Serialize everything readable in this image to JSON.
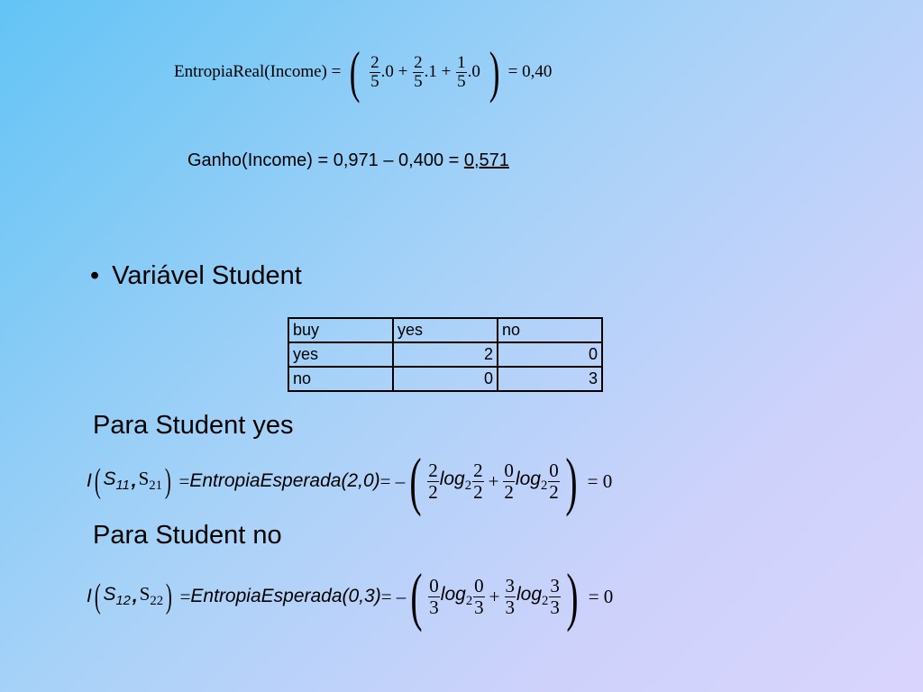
{
  "formula_income": {
    "lhs": "EntropiaReal(Income)",
    "eq": "=",
    "terms": [
      {
        "num": "2",
        "den": "5",
        "after": ".0 +"
      },
      {
        "num": "2",
        "den": "5",
        "after": ".1 +"
      },
      {
        "num": "1",
        "den": "5",
        "after": ".0"
      }
    ],
    "result": "= 0,40"
  },
  "ganho": {
    "prefix": "Ganho(Income) = 0,971 – 0,400 = ",
    "result": "0,571"
  },
  "bullet": {
    "symbol": "•",
    "text": "Variável Student"
  },
  "table": {
    "headers": [
      "buy",
      "yes",
      "no"
    ],
    "rows": [
      [
        "yes",
        "2",
        "0"
      ],
      [
        "no",
        "0",
        "3"
      ]
    ]
  },
  "heading_yes": "Para Student yes",
  "heading_no": "Para Student no",
  "eq_yes": {
    "I": "I",
    "s1": "S",
    "s1_sub": "11",
    "comma": ",",
    "s2": "S",
    "s2_sub": "21",
    "eq1": " = ",
    "name": "EntropiaEsperada(2,0)",
    "eq2": " = –",
    "f1_num": "2",
    "f1_den": "2",
    "log1": "log",
    "log_base1": "2",
    "f2_num": "2",
    "f2_den": "2",
    "plus": "+",
    "f3_num": "0",
    "f3_den": "2",
    "log2": "log",
    "log_base2": "2",
    "f4_num": "0",
    "f4_den": "2",
    "result": "= 0"
  },
  "eq_no": {
    "I": "I",
    "s1": "S",
    "s1_sub": "12",
    "comma": ",",
    "s2": "S",
    "s2_sub": "22",
    "eq1": " = ",
    "name": "EntropiaEsperada(0,3)",
    "eq2": " = –",
    "f1_num": "0",
    "f1_den": "3",
    "log1": "log",
    "log_base1": "2",
    "f2_num": "0",
    "f2_den": "3",
    "plus": "+",
    "f3_num": "3",
    "f3_den": "3",
    "log2": "log",
    "log_base2": "2",
    "f4_num": "3",
    "f4_den": "3",
    "result": "= 0"
  }
}
